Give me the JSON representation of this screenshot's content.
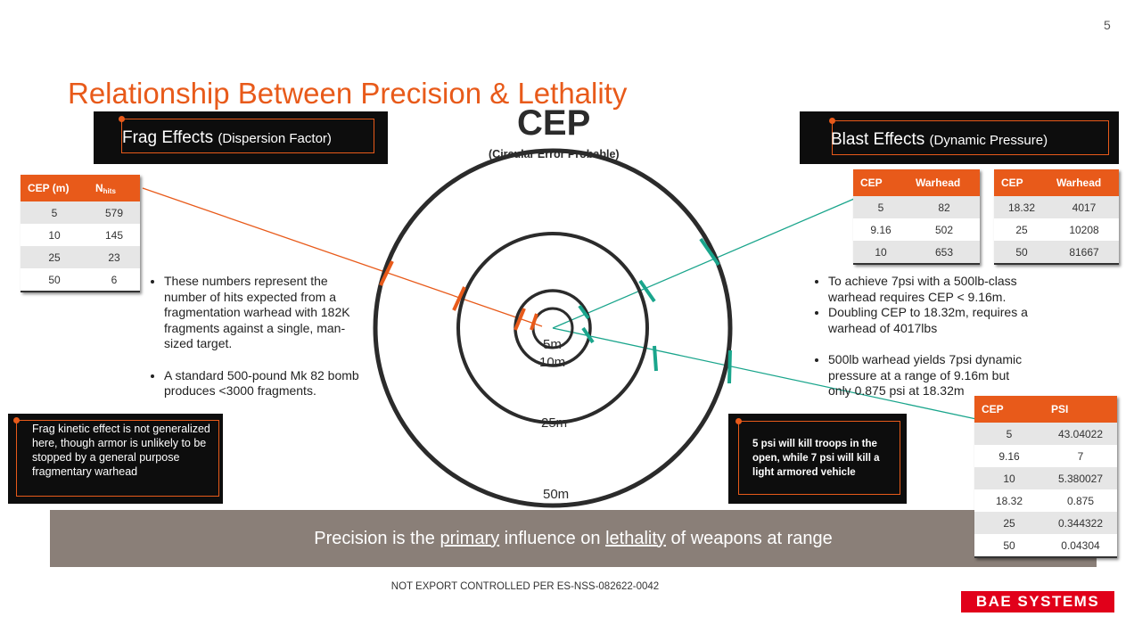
{
  "page_number": "5",
  "title": "Relationship Between Precision & Lethality",
  "cep": {
    "heading": "CEP",
    "subheading": "(Circular Error Probable)",
    "rings": [
      "5m",
      "10m",
      "25m",
      "50m"
    ]
  },
  "frag": {
    "title": "Frag Effects",
    "subtitle": "(Dispersion Factor)",
    "table": {
      "col_cep": "CEP (m)",
      "col_n": "N",
      "col_n_sub": "hits",
      "rows": [
        [
          "5",
          "579"
        ],
        [
          "10",
          "145"
        ],
        [
          "25",
          "23"
        ],
        [
          "50",
          "6"
        ]
      ]
    },
    "bullets": [
      "These numbers represent the number of hits expected from a fragmentation warhead with 182K fragments against a single, man-sized target.",
      "A standard 500-pound Mk 82 bomb produces <3000 fragments."
    ],
    "note": "Frag kinetic effect is not generalized here, though armor is unlikely to be stopped by a general purpose fragmentary warhead"
  },
  "blast": {
    "title": "Blast Effects",
    "subtitle": "(Dynamic Pressure)",
    "table1": {
      "headers": [
        "CEP",
        "Warhead"
      ],
      "rows": [
        [
          "5",
          "82"
        ],
        [
          "9.16",
          "502"
        ],
        [
          "10",
          "653"
        ]
      ]
    },
    "table2": {
      "headers": [
        "CEP",
        "Warhead"
      ],
      "rows": [
        [
          "18.32",
          "4017"
        ],
        [
          "25",
          "10208"
        ],
        [
          "50",
          "81667"
        ]
      ]
    },
    "bullets": [
      "To achieve 7psi with a 500lb-class warhead requires CEP < 9.16m.",
      "Doubling CEP to 18.32m, requires a warhead of 4017lbs",
      "500lb warhead yields 7psi dynamic pressure at a range of 9.16m but only 0.875 psi at 18.32m"
    ],
    "psi_table": {
      "headers": [
        "CEP",
        "PSI"
      ],
      "rows": [
        [
          "5",
          "43.04022"
        ],
        [
          "9.16",
          "7"
        ],
        [
          "10",
          "5.380027"
        ],
        [
          "18.32",
          "0.875"
        ],
        [
          "25",
          "0.344322"
        ],
        [
          "50",
          "0.04304"
        ]
      ]
    },
    "note": "5 psi will kill troops in the open, while 7 psi will kill a light armored vehicle"
  },
  "banner": {
    "prefix": "Precision is the ",
    "word1": "primary",
    "middle": " influence on ",
    "word2": "lethality",
    "suffix": " of weapons at range"
  },
  "footer": "NOT EXPORT CONTROLLED PER ES-NSS-082622-0042",
  "logo": "BAE SYSTEMS",
  "colors": {
    "accent": "#e85a1a",
    "teal": "#1aa58c",
    "banner": "#8a7f78",
    "logo": "#e1001a",
    "dark": "#0d0d0d"
  }
}
